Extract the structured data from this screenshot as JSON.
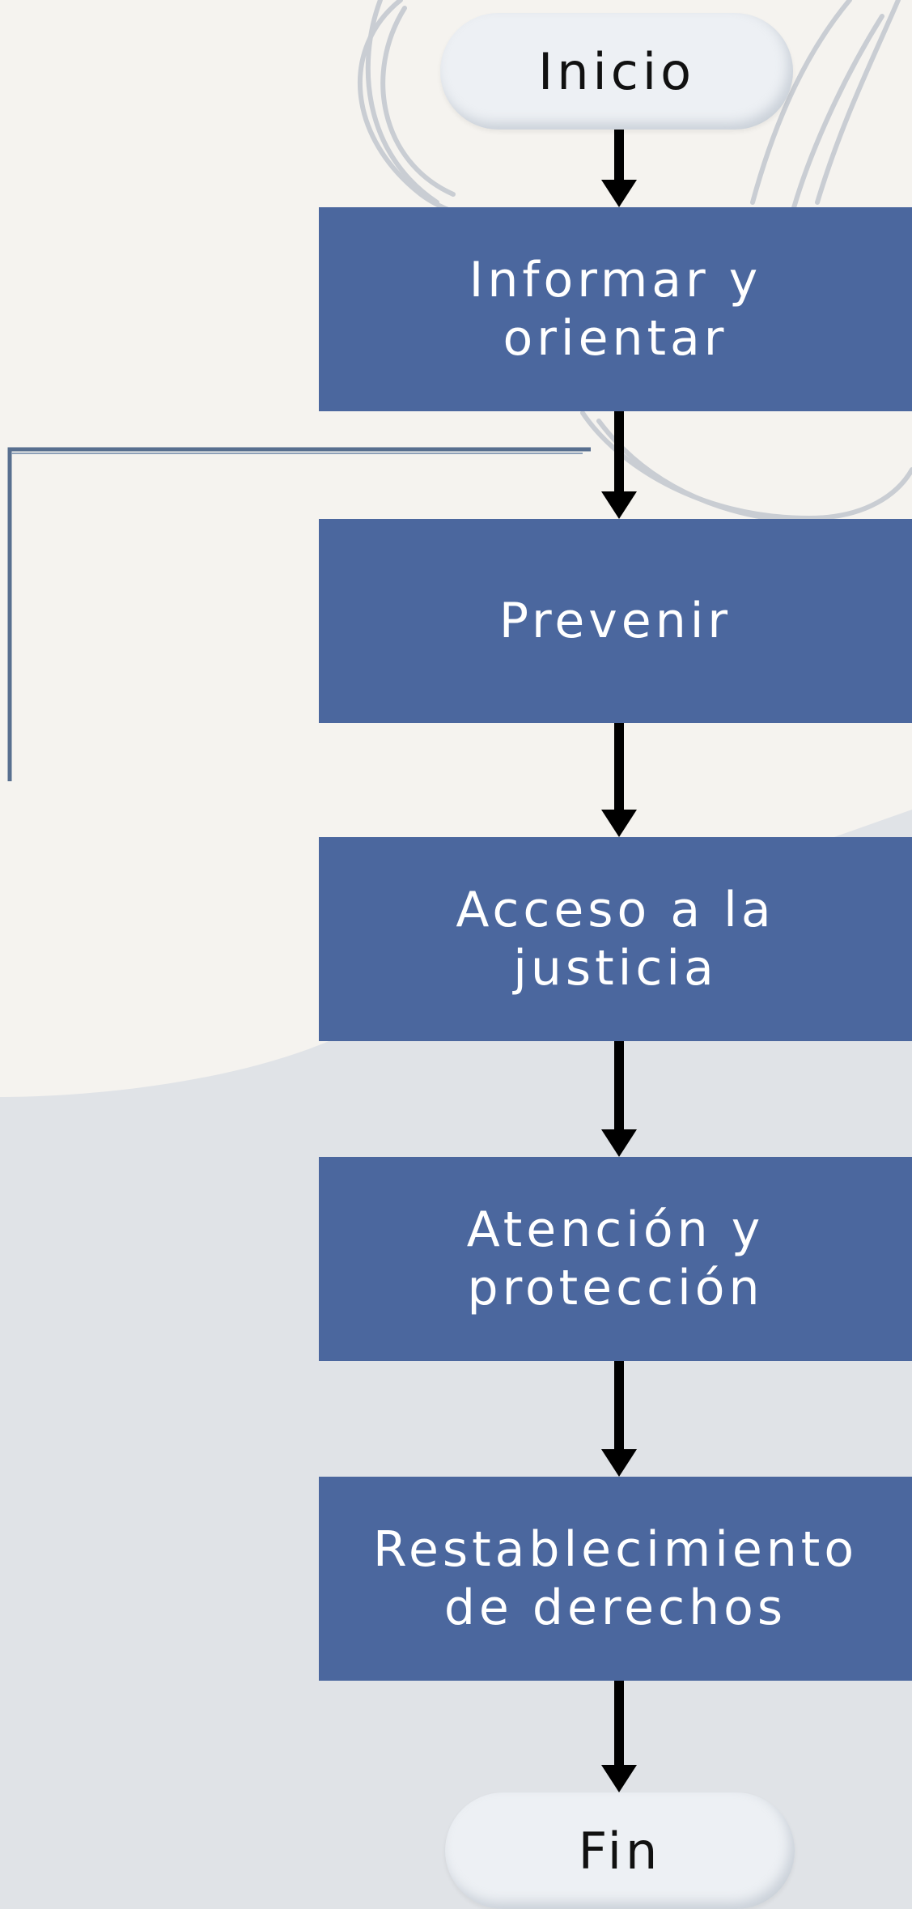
{
  "diagram": {
    "start": {
      "label": "Inicio"
    },
    "steps": [
      {
        "label": "Informar y\norientar"
      },
      {
        "label": "Prevenir"
      },
      {
        "label": "Acceso a la\njusticia"
      },
      {
        "label": "Atención y\nprotección"
      },
      {
        "label": "Restablecimiento\nde derechos"
      }
    ],
    "end": {
      "label": "Fin"
    }
  },
  "colors": {
    "box": "#4b679e",
    "box_text": "#ffffff",
    "pill": "#edf0f4",
    "arrow": "#000000",
    "background_cream": "#f5f3ef",
    "background_gray": "#e0e3e7"
  }
}
